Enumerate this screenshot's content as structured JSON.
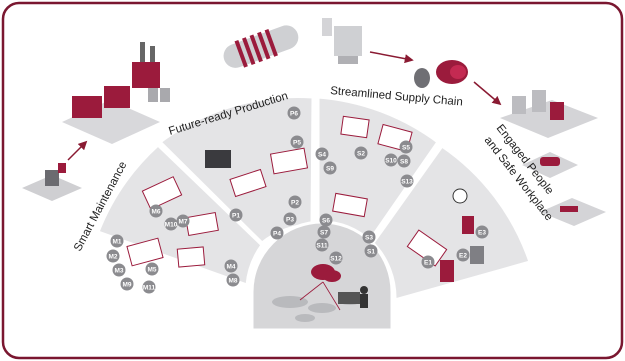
{
  "colors": {
    "frame": "#7a1730",
    "sector_fill": "#e4e4e6",
    "badge_fill": "#8b8b8f",
    "accent": "#9b1b3c",
    "machine_grey": "#bfc0c4",
    "arrow": "#8a1a32"
  },
  "segments": {
    "smart_maintenance": "Smart Maintenance",
    "future_ready_production": "Future-ready Production",
    "streamlined_supply_chain": "Streamlined Supply Chain",
    "engaged_people_line1": "Engaged People",
    "engaged_people_line2": "and Safe Workplace"
  },
  "badges": {
    "maintenance": [
      "M1",
      "M2",
      "M3",
      "M4",
      "M5",
      "M6",
      "M7",
      "M8",
      "M9",
      "M10",
      "M11"
    ],
    "production": [
      "P1",
      "P2",
      "P3",
      "P4",
      "P5",
      "P6"
    ],
    "supply": [
      "S1",
      "S2",
      "S3",
      "S4",
      "S5",
      "S6",
      "S7",
      "S8",
      "S9",
      "S10",
      "S11",
      "S12",
      "S13"
    ],
    "people": [
      "E1",
      "E2",
      "E3"
    ]
  },
  "icons": [
    "factory-icon",
    "truck-icon",
    "pipe-icon",
    "silo-icon",
    "pallet-icon",
    "car-icon",
    "robot-arm-icon",
    "screen-icon",
    "world-map-icon"
  ]
}
